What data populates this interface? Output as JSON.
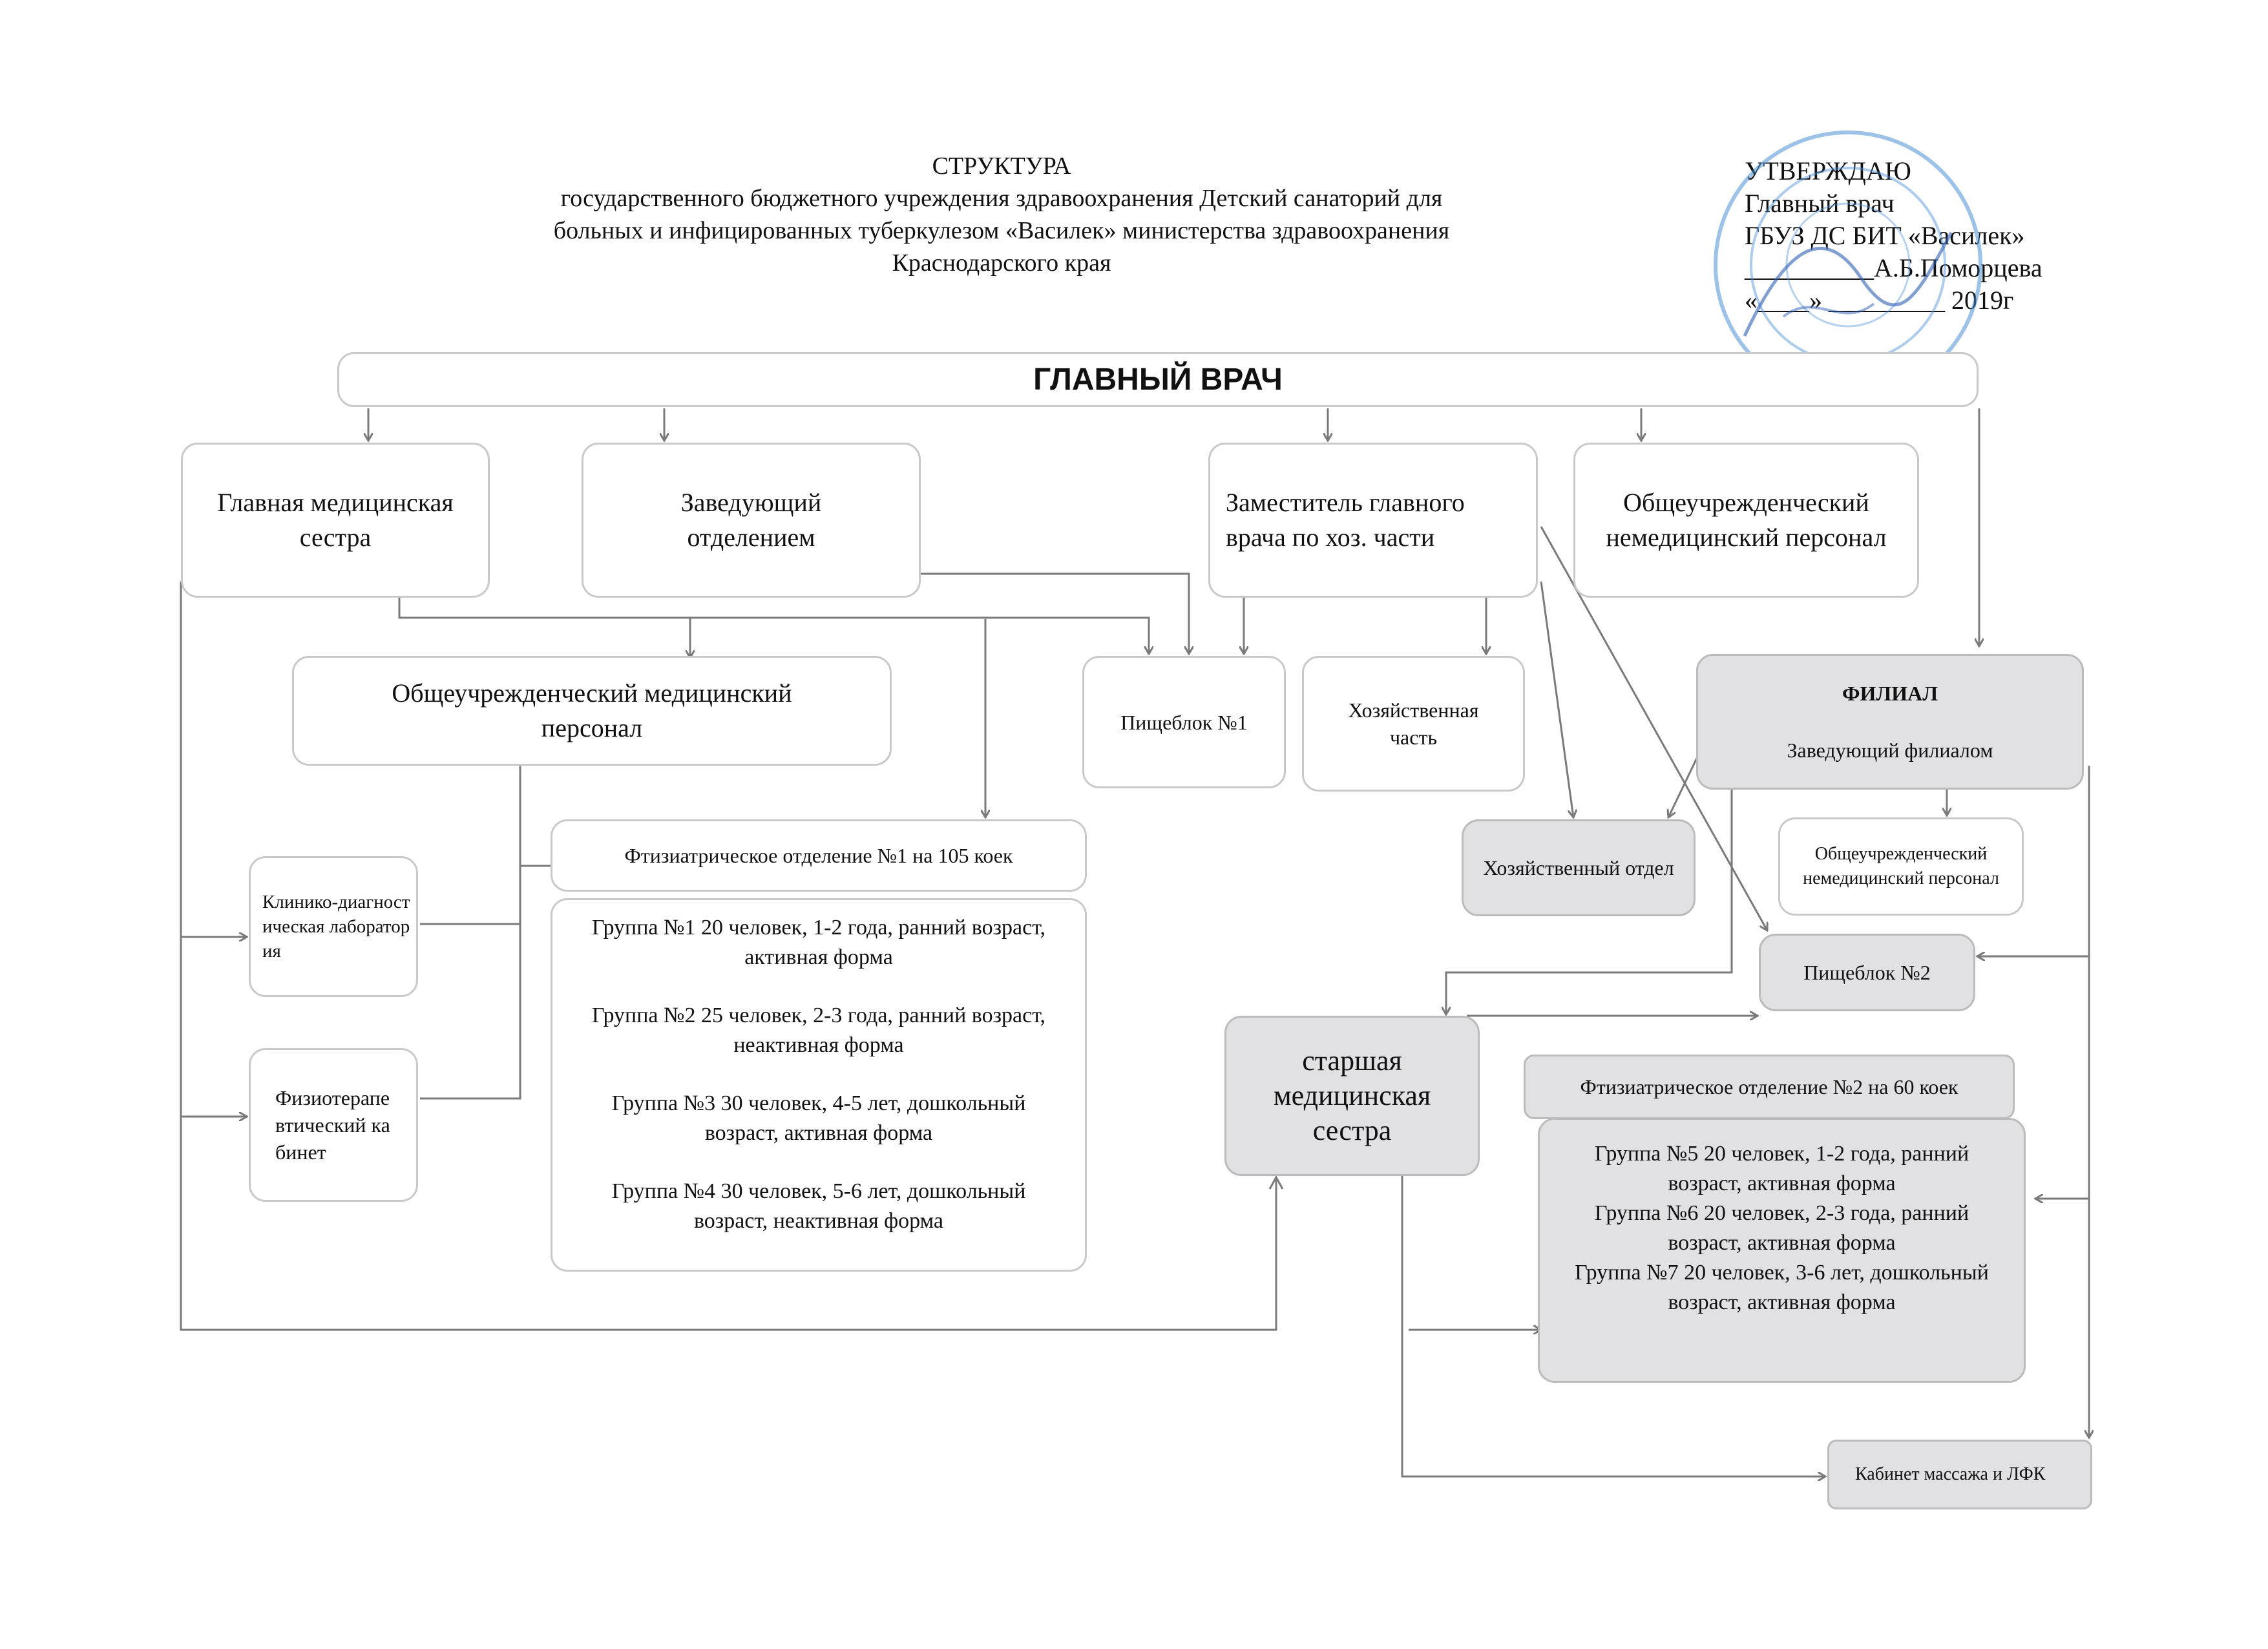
{
  "header": {
    "title": "СТРУКТУРА",
    "subtitle_lines": [
      "государственного бюджетного учреждения  здравоохранения  Детский санаторий для",
      "больных и инфицированных туберкулезом «Василек» министерства здравоохранения",
      "Краснодарского края"
    ]
  },
  "approval": {
    "lines": [
      "УТВЕРЖДАЮ",
      "Главный врач",
      "ГБУЗ ДС БИТ «Василек»",
      "__________А.Б.Поморцева",
      "«____» _________ 2019г"
    ]
  },
  "nodes": {
    "chief": "ГЛАВНЫЙ ВРАЧ",
    "head_nurse": "Главная медицинская сестра",
    "head_of_department": "Заведующий отделением",
    "deputy": "Заместитель главного врача по хоз. части",
    "non_medical_staff": "Общеучрежденческий немедицинский персонал",
    "medical_staff": "Общеучрежденческий медицинский персонал",
    "catering_1": "Пищеблок №1",
    "household": "Хозяйственная часть",
    "branch_title": "ФИЛИАЛ",
    "branch_head": "Заведующий филиалом",
    "household_dept": "Хозяйственный отдел",
    "branch_non_medical": "Общеучрежденческий немедицинский персонал",
    "catering_2": "Пищеблок №2",
    "lab": "Клинико-диагностическая лаборатория",
    "physio": "Физиотерапевтический кабинет",
    "dept1_title": "Фтизиатрическое отделение №1 на 105 коек",
    "dept1_groups": [
      "Группа №1 20 человек, 1-2 года, ранний возраст, активная форма",
      "Группа №2 25 человек, 2-3 года, ранний возраст, неактивная форма",
      "Группа №3 30 человек,  4-5 лет, дошкольный возраст, активная форма",
      "Группа №4 30 человек, 5-6 лет, дошкольный возраст, неактивная форма"
    ],
    "senior_nurse": "старшая медицинская сестра",
    "dept2_title": "Фтизиатрическое отделение №2 на 60 коек",
    "dept2_groups": [
      "Группа №5 20 человек, 1-2 года, ранний возраст, активная форма",
      "Группа №6 20 человек, 2-3 года, ранний возраст, активная форма",
      "Группа №7 20 человек, 3-6 лет, дошкольный возраст, активная форма"
    ],
    "massage": "Кабинет массажа и ЛФК"
  },
  "colors": {
    "border": "#c9c9c9",
    "grey_fill": "#e1e1e3",
    "line": "#7a7a7a",
    "stamp": "#4a8fd6"
  }
}
